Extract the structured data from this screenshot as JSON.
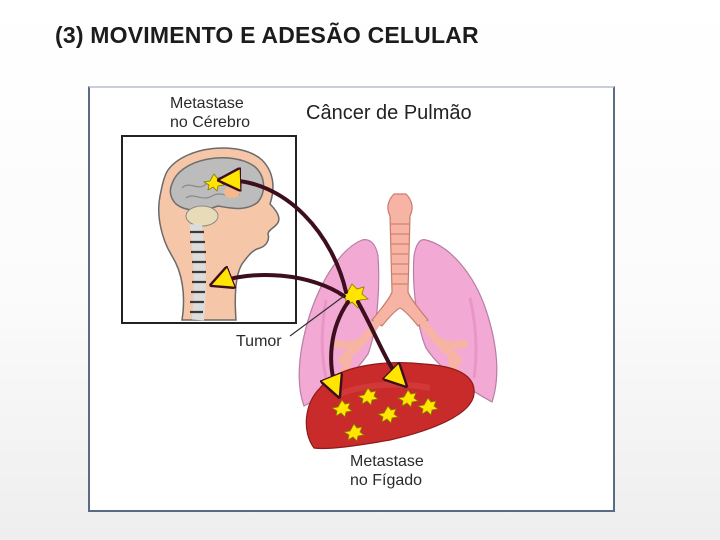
{
  "slide": {
    "title": "(3) MOVIMENTO E ADESÃO CELULAR"
  },
  "diagram": {
    "title": "Câncer de Pulmão",
    "labels": {
      "brain_line1": "Metastase",
      "brain_line2": "no Cérebro",
      "tumor": "Tumor",
      "liver_line1": "Metastase",
      "liver_line2": "no Fígado"
    },
    "colors": {
      "lung_fill": "#f2a9d3",
      "trachea_fill": "#f7b3a4",
      "liver_fill": "#c92a2a",
      "tumor_fill": "#ffe500",
      "arrow_stroke": "#3d0e1e",
      "brain_fill": "#bcbcbc",
      "head_fill": "#f6c6a8"
    }
  }
}
